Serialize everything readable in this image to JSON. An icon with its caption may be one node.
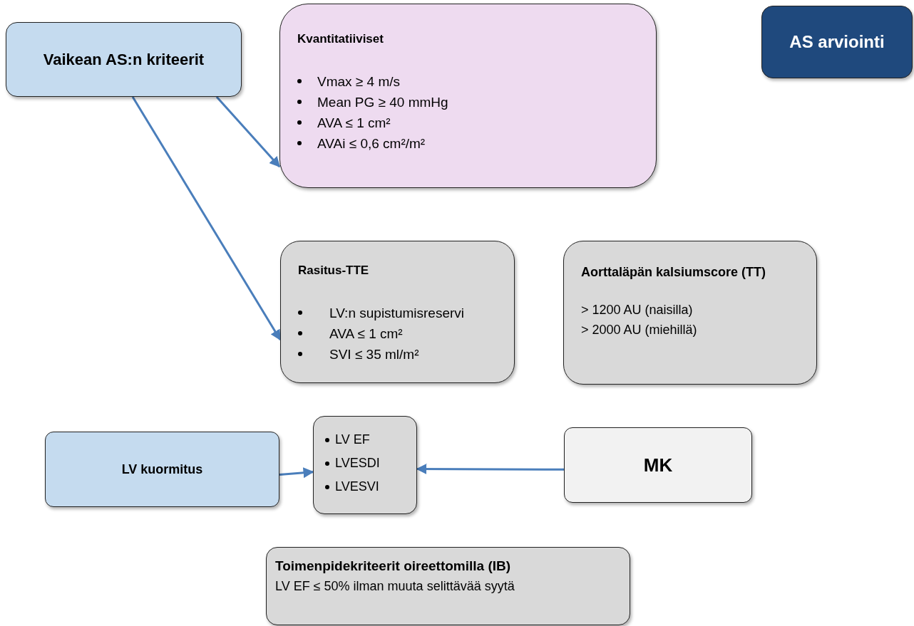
{
  "diagram": {
    "nodes": [
      {
        "text": [
          "Vaikean AS:n kriteerit"
        ]
      },
      {
        "text": [
          "Kvantitatiiviset",
          "Vmax ≥ 4 m/s",
          "Mean PG ≥ 40 mmHg",
          "AVA ≤ 1 cm²",
          "AVAi ≤ 0,6 cm²/m²"
        ]
      },
      {
        "text": [
          "AS arviointi"
        ]
      },
      {
        "text": [
          "Rasitus-TTE",
          "LV:n supistumisreservi",
          "AVA ≤ 1 cm²",
          "SVI ≤ 35 ml/m²"
        ]
      },
      {
        "text": [
          "Aorttaläpän kalsiumscore (TT)",
          "> 1200 AU (naisilla)",
          "> 2000 AU (miehillä)"
        ]
      },
      {
        "text": [
          "LV kuormitus"
        ]
      },
      {
        "text": [
          "LV EF",
          "LVESDI",
          "LVESVI"
        ]
      },
      {
        "text": [
          "MK"
        ]
      },
      {
        "text": [
          "Toimenpidekriteerit oireettomilla (IB)",
          "LV EF ≤  50% ilman muuta selittävää syytä"
        ]
      }
    ],
    "edges": [
      {
        "from": 0,
        "to": 1,
        "arrow": "to"
      },
      {
        "from": 0,
        "to": 3,
        "arrow": "to"
      },
      {
        "from": 5,
        "to": 6,
        "arrow": "to"
      },
      {
        "from": 7,
        "to": 6,
        "arrow": "to"
      }
    ]
  }
}
